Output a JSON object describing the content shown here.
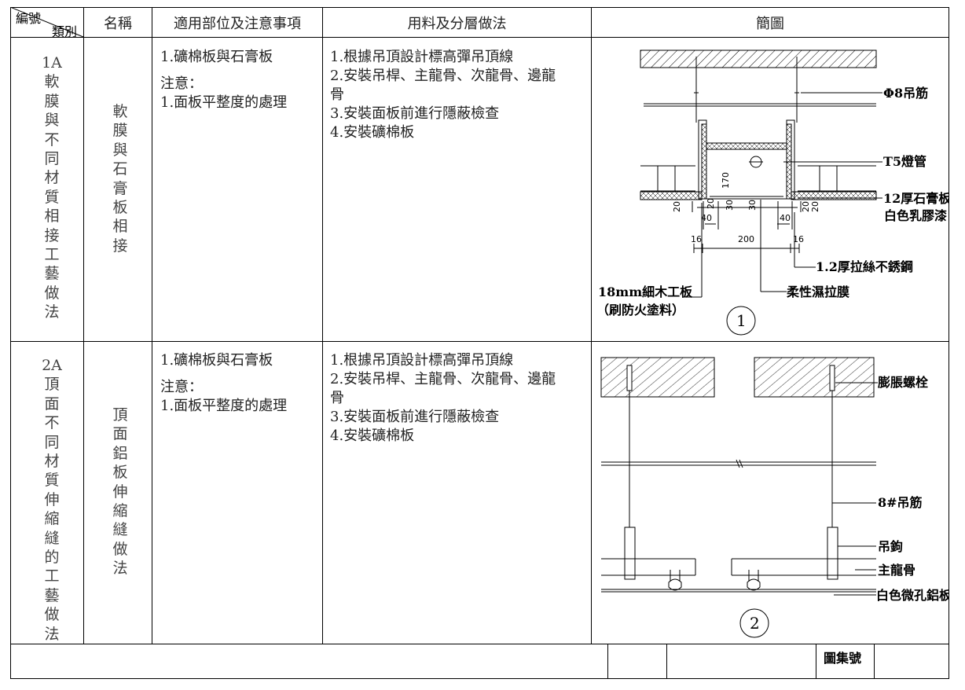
{
  "header": {
    "corner_top": "編號",
    "corner_bottom": "類別",
    "name": "名稱",
    "notes": "適用部位及注意事項",
    "method": "用料及分層做法",
    "diagram": "簡圖"
  },
  "rows": [
    {
      "code": "1A",
      "category": "軟膜與不同材質相接工藝做法",
      "name": "軟膜與石膏板相接",
      "notes": [
        "1.礦棉板與石膏板",
        "",
        "注意：",
        "1.面板平整度的處理"
      ],
      "method": [
        "1.根據吊頂設計標高彈吊頂線",
        "2.安裝吊桿、主龍骨、次龍骨、邊龍",
        "骨",
        "3.安裝面板前進行隱蔽檢查",
        "4.安裝礦棉板"
      ],
      "diagram": {
        "number": "1",
        "labels": {
          "rod": "Φ8吊筋",
          "lamp": "T5燈管",
          "gypsum": "12厚石膏板",
          "paint": "白色乳膠漆",
          "steel": "1.2厚拉絲不銹鋼",
          "film": "柔性濕拉膜",
          "board": "18mm細木工板",
          "board_note": "（刷防火塗料）"
        },
        "dims": [
          "170",
          "20",
          "20",
          "30",
          "30",
          "40",
          "40",
          "16",
          "200",
          "16",
          "20",
          "20"
        ]
      }
    },
    {
      "code": "2A",
      "category": "頂面不同材質伸縮縫的工藝做法",
      "name": "頂面鋁板伸縮縫做法",
      "notes": [
        "1.礦棉板與石膏板",
        "",
        "注意：",
        "1.面板平整度的處理"
      ],
      "method": [
        "1.根據吊頂設計標高彈吊頂線",
        "2.安裝吊桿、主龍骨、次龍骨、邊龍",
        "骨",
        "3.安裝面板前進行隱蔽檢查",
        "4.安裝礦棉板"
      ],
      "diagram": {
        "number": "2",
        "labels": {
          "bolt": "膨脹螺栓",
          "rod": "8#吊筋",
          "hook": "吊鉤",
          "main_keel": "主龍骨",
          "panel": "白色微孔鋁板"
        }
      }
    }
  ],
  "footer": {
    "drawing_set_no": "圖集號"
  }
}
